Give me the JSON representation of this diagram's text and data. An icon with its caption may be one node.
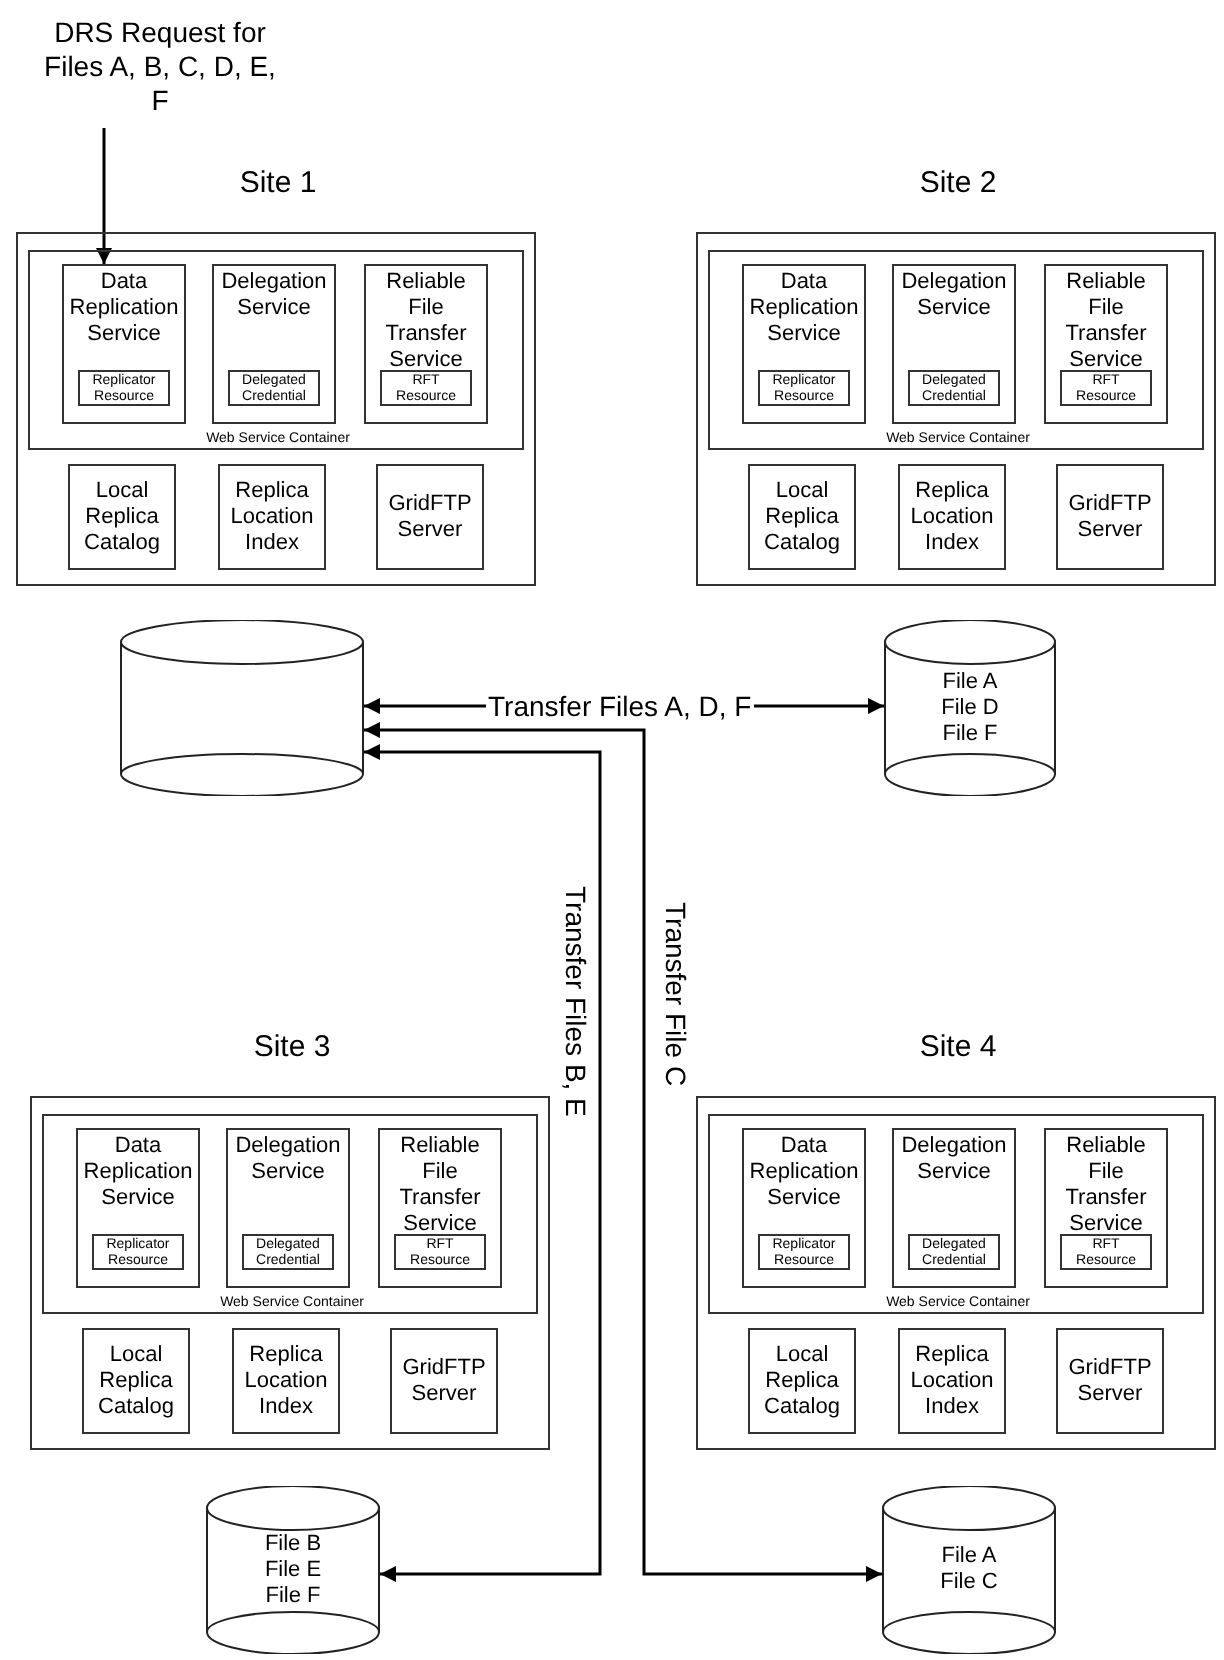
{
  "diagram": {
    "nodes": [
      {
        "text": [
          "DRS Request for Files A, B, C, D, E, F"
        ]
      },
      {
        "text": [
          "Site 1"
        ]
      },
      {
        "text": [
          "Web Service Container"
        ],
        "in": 1
      },
      {
        "text": [
          "Data Replication Service"
        ],
        "in": 2
      },
      {
        "text": [
          "Replicator Resource"
        ],
        "in": 3
      },
      {
        "text": [
          "Delegation Service"
        ],
        "in": 2
      },
      {
        "text": [
          "Delegated Credential"
        ],
        "in": 5
      },
      {
        "text": [
          "Reliable File Transfer Service"
        ],
        "in": 2
      },
      {
        "text": [
          "RFT Resource"
        ],
        "in": 7
      },
      {
        "text": [
          "Local Replica Catalog"
        ],
        "in": 1
      },
      {
        "text": [
          "Replica Location Index"
        ],
        "in": 1
      },
      {
        "text": [
          "GridFTP Server"
        ],
        "in": 1
      },
      {
        "text": [
          "Site 2"
        ]
      },
      {
        "text": [
          "Web Service Container"
        ],
        "in": 12
      },
      {
        "text": [
          "Data Replication Service"
        ],
        "in": 13
      },
      {
        "text": [
          "Replicator Resource"
        ],
        "in": 14
      },
      {
        "text": [
          "Delegation Service"
        ],
        "in": 13
      },
      {
        "text": [
          "Delegated Credential"
        ],
        "in": 16
      },
      {
        "text": [
          "Reliable File Transfer Service"
        ],
        "in": 13
      },
      {
        "text": [
          "RFT Resource"
        ],
        "in": 18
      },
      {
        "text": [
          "Local Replica Catalog"
        ],
        "in": 12
      },
      {
        "text": [
          "Replica Location Index"
        ],
        "in": 12
      },
      {
        "text": [
          "GridFTP Server"
        ],
        "in": 12
      },
      {
        "text": [],
        "shape": "cylinder"
      },
      {
        "text": [
          "File A",
          "File D",
          "File F"
        ]
      },
      {
        "text": [
          "Site 3"
        ]
      },
      {
        "text": [
          "Web Service Container"
        ],
        "in": 25
      },
      {
        "text": [
          "Data Replication Service"
        ],
        "in": 26
      },
      {
        "text": [
          "Replicator Resource"
        ],
        "in": 27
      },
      {
        "text": [
          "Delegation Service"
        ],
        "in": 26
      },
      {
        "text": [
          "Delegated Credential"
        ],
        "in": 29
      },
      {
        "text": [
          "Reliable File Transfer Service"
        ],
        "in": 26
      },
      {
        "text": [
          "RFT Resource"
        ],
        "in": 31
      },
      {
        "text": [
          "Local Replica Catalog"
        ],
        "in": 25
      },
      {
        "text": [
          "Replica Location Index"
        ],
        "in": 25
      },
      {
        "text": [
          "GridFTP Server"
        ],
        "in": 25
      },
      {
        "text": [
          "Site 4"
        ]
      },
      {
        "text": [
          "Web Service Container"
        ],
        "in": 36
      },
      {
        "text": [
          "Data Replication Service"
        ],
        "in": 37
      },
      {
        "text": [
          "Replicator Resource"
        ],
        "in": 38
      },
      {
        "text": [
          "Delegation Service"
        ],
        "in": 37
      },
      {
        "text": [
          "Delegated Credential"
        ],
        "in": 40
      },
      {
        "text": [
          "Reliable File Transfer Service"
        ],
        "in": 37
      },
      {
        "text": [
          "RFT Resource"
        ],
        "in": 42
      },
      {
        "text": [
          "Local Replica Catalog"
        ],
        "in": 36
      },
      {
        "text": [
          "Replica Location Index"
        ],
        "in": 36
      },
      {
        "text": [
          "GridFTP Server"
        ],
        "in": 36
      },
      {
        "text": [
          "File B",
          "File E",
          "File F"
        ]
      },
      {
        "text": [
          "File A",
          "File C"
        ]
      }
    ],
    "edges": [
      {
        "from": 0,
        "to": 3,
        "arrow": "to"
      },
      {
        "from": 23,
        "to": 24,
        "arrow": "both",
        "label": "Transfer Files A, D, F"
      },
      {
        "from": 23,
        "to": 47,
        "arrow": "both",
        "label": "Transfer Files B, E"
      },
      {
        "from": 23,
        "to": 48,
        "arrow": "both",
        "label": "Transfer File C"
      }
    ]
  }
}
